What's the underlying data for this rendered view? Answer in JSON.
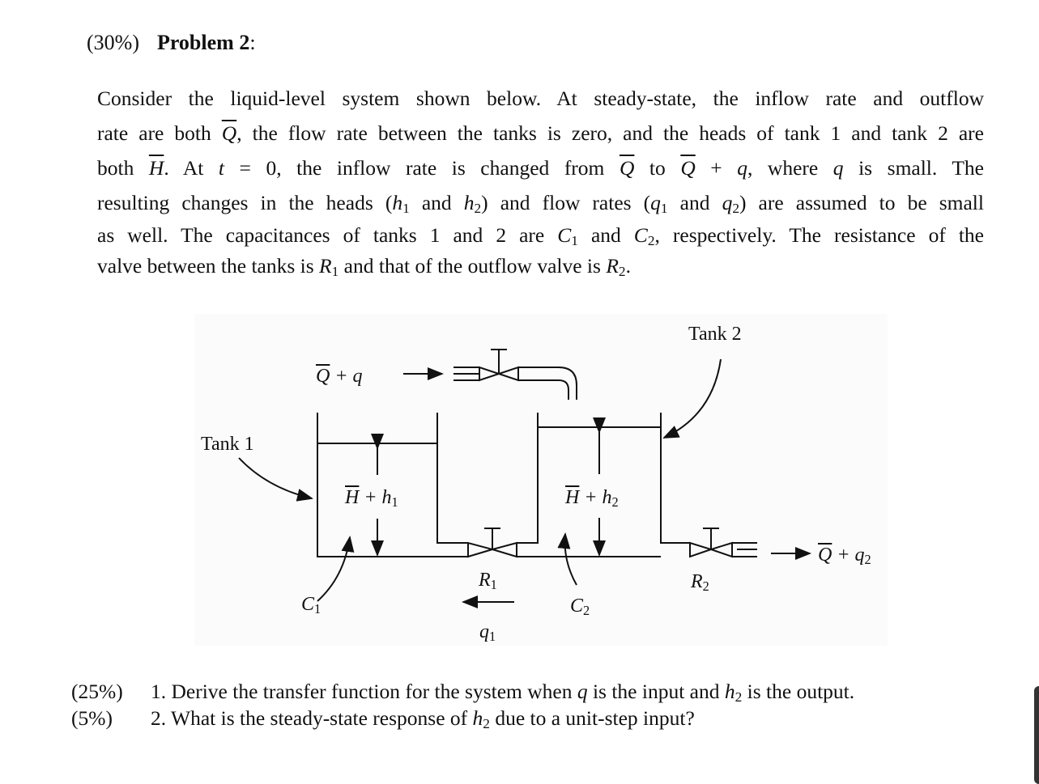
{
  "heading": {
    "percent": "(30%)",
    "title": "Problem 2",
    "colon": ":"
  },
  "paragraph": {
    "l1": "Consider the liquid-level system shown below. At steady-state, the inflow rate and outflow",
    "l2a": "rate are both ",
    "Q": "Q",
    "l2b": ", the flow rate between the tanks is zero, and the heads of tank 1 and tank 2 are",
    "l3a": "both ",
    "H": "H",
    "l3b": ". At ",
    "t": "t",
    "eq0": " = 0, the inflow rate is changed from ",
    "to": " to ",
    "plus": " + ",
    "q": "q",
    "l3c": ", where ",
    "l3d": " is small. The",
    "l4a": "resulting changes in the heads (",
    "h": "h",
    "s1": "1",
    "s2": "2",
    "and": " and ",
    "l4b": ") and flow rates (",
    "l4c": ") are assumed to be small",
    "l5a": "as well. The capacitances of tanks 1 and 2 are ",
    "C": "C",
    "l5b": ", respectively. The resistance of the",
    "resp": ", respectively",
    "l6a": "valve between the tanks is ",
    "R": "R",
    "l6b": " and that of the outflow valve is ",
    "period": "."
  },
  "figure": {
    "tank1": "Tank 1",
    "tank2": "Tank 2",
    "inflow_q": "Q",
    "inflow_rest": " + q",
    "h1_H": "H",
    "h1_rest": " + h",
    "h1_sub": "1",
    "h2_H": "H",
    "h2_rest": " + h",
    "h2_sub": "2",
    "r": "R",
    "r1_sub": "1",
    "r2_sub": "2",
    "c": "C",
    "c1_sub": "1",
    "c2_sub": "2",
    "q": "q",
    "q1_sub": "1",
    "outflow_q": "Q",
    "outflow_rest": " + q",
    "outflow_sub": "2"
  },
  "questions": [
    {
      "percent": "(25%)",
      "a": "1. Derive the transfer function for the system when ",
      "q": "q",
      "b": " is the input and ",
      "h": "h",
      "sub": "2",
      "c": " is the output."
    },
    {
      "percent": "(5%)",
      "a": "2. What is the steady-state response of ",
      "h": "h",
      "sub": "2",
      "c": " due to a unit-step input?"
    }
  ]
}
